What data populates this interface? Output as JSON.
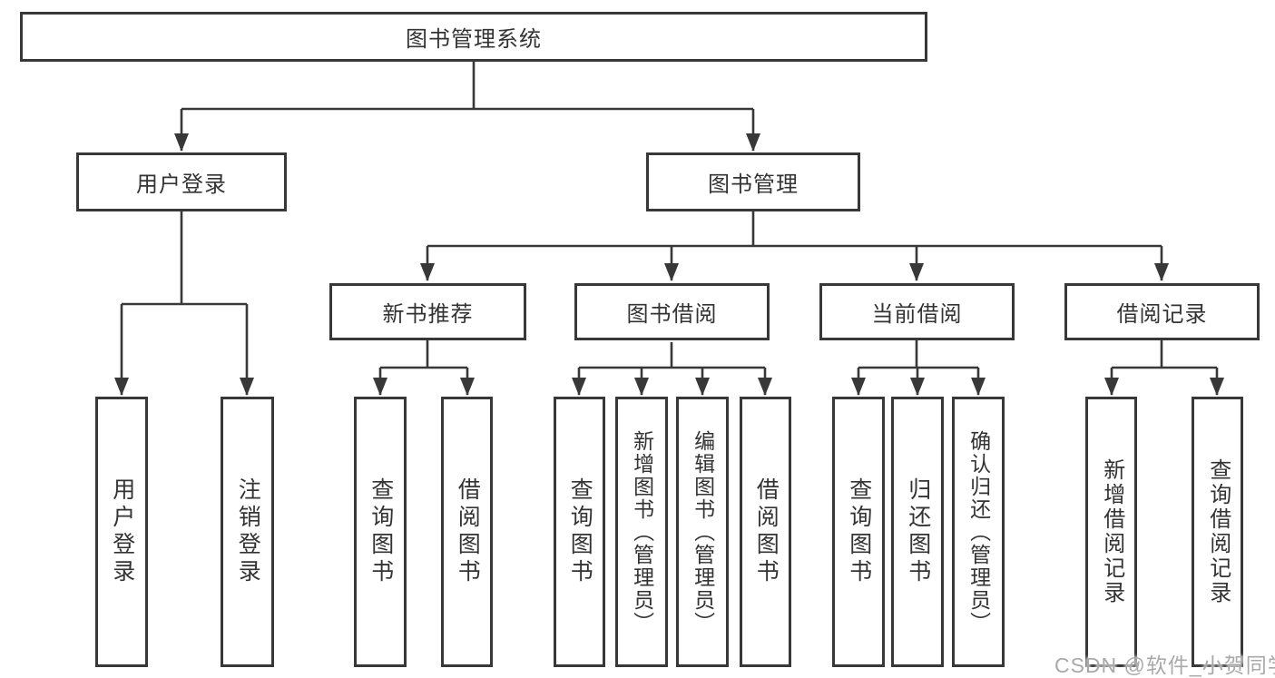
{
  "tree": {
    "label": "图书管理系统",
    "children": [
      {
        "label": "用户登录",
        "children": [
          {
            "label": "用户登录"
          },
          {
            "label": "注销登录"
          }
        ]
      },
      {
        "label": "图书管理",
        "children": [
          {
            "label": "新书推荐",
            "children": [
              {
                "label": "查询图书"
              },
              {
                "label": "借阅图书"
              }
            ]
          },
          {
            "label": "图书借阅",
            "children": [
              {
                "label": "查询图书"
              },
              {
                "label": "新增图书（管理员）"
              },
              {
                "label": "编辑图书（管理员）"
              },
              {
                "label": "借阅图书"
              }
            ]
          },
          {
            "label": "当前借阅",
            "children": [
              {
                "label": "查询图书"
              },
              {
                "label": "归还图书"
              },
              {
                "label": "确认归还（管理员）"
              }
            ]
          },
          {
            "label": "借阅记录",
            "children": [
              {
                "label": "新增借阅记录"
              },
              {
                "label": "查询借阅记录"
              }
            ]
          }
        ]
      }
    ]
  },
  "watermark": {
    "text": "CSDN @软件_小贺同学"
  },
  "colors": {
    "line": "#383838",
    "box_border": "#383838",
    "text": "#333333",
    "watermark": "#a9a9a9",
    "background": "#ffffff"
  }
}
